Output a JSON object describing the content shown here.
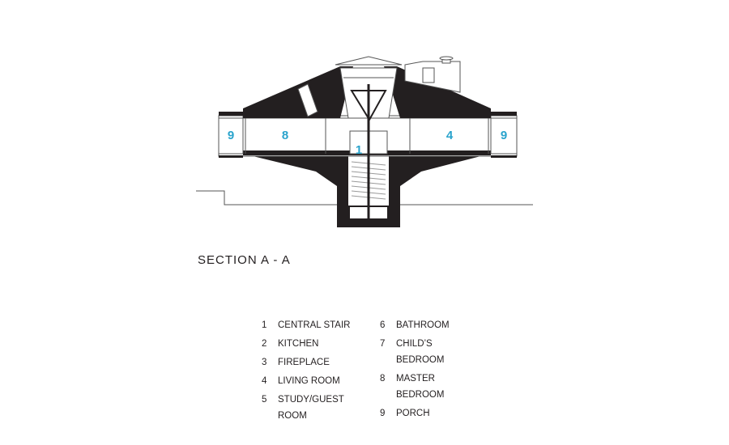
{
  "title": "SECTION A - A",
  "section_labels": [
    "9",
    "8",
    "1",
    "4",
    "9"
  ],
  "legend_left": [
    {
      "num": "1",
      "label": "CENTRAL STAIR"
    },
    {
      "num": "2",
      "label": "KITCHEN"
    },
    {
      "num": "3",
      "label": "FIREPLACE"
    },
    {
      "num": "4",
      "label": "LIVING ROOM"
    },
    {
      "num": "5",
      "label": "STUDY/GUEST ROOM"
    }
  ],
  "legend_right": [
    {
      "num": "6",
      "label": "BATHROOM"
    },
    {
      "num": "7",
      "label": "CHILD’S BEDROOM"
    },
    {
      "num": "8",
      "label": "MASTER BEDROOM"
    },
    {
      "num": "9",
      "label": "PORCH"
    }
  ],
  "colors": {
    "ink": "#231f20",
    "accent": "#29a3cc",
    "line": "#555555"
  }
}
